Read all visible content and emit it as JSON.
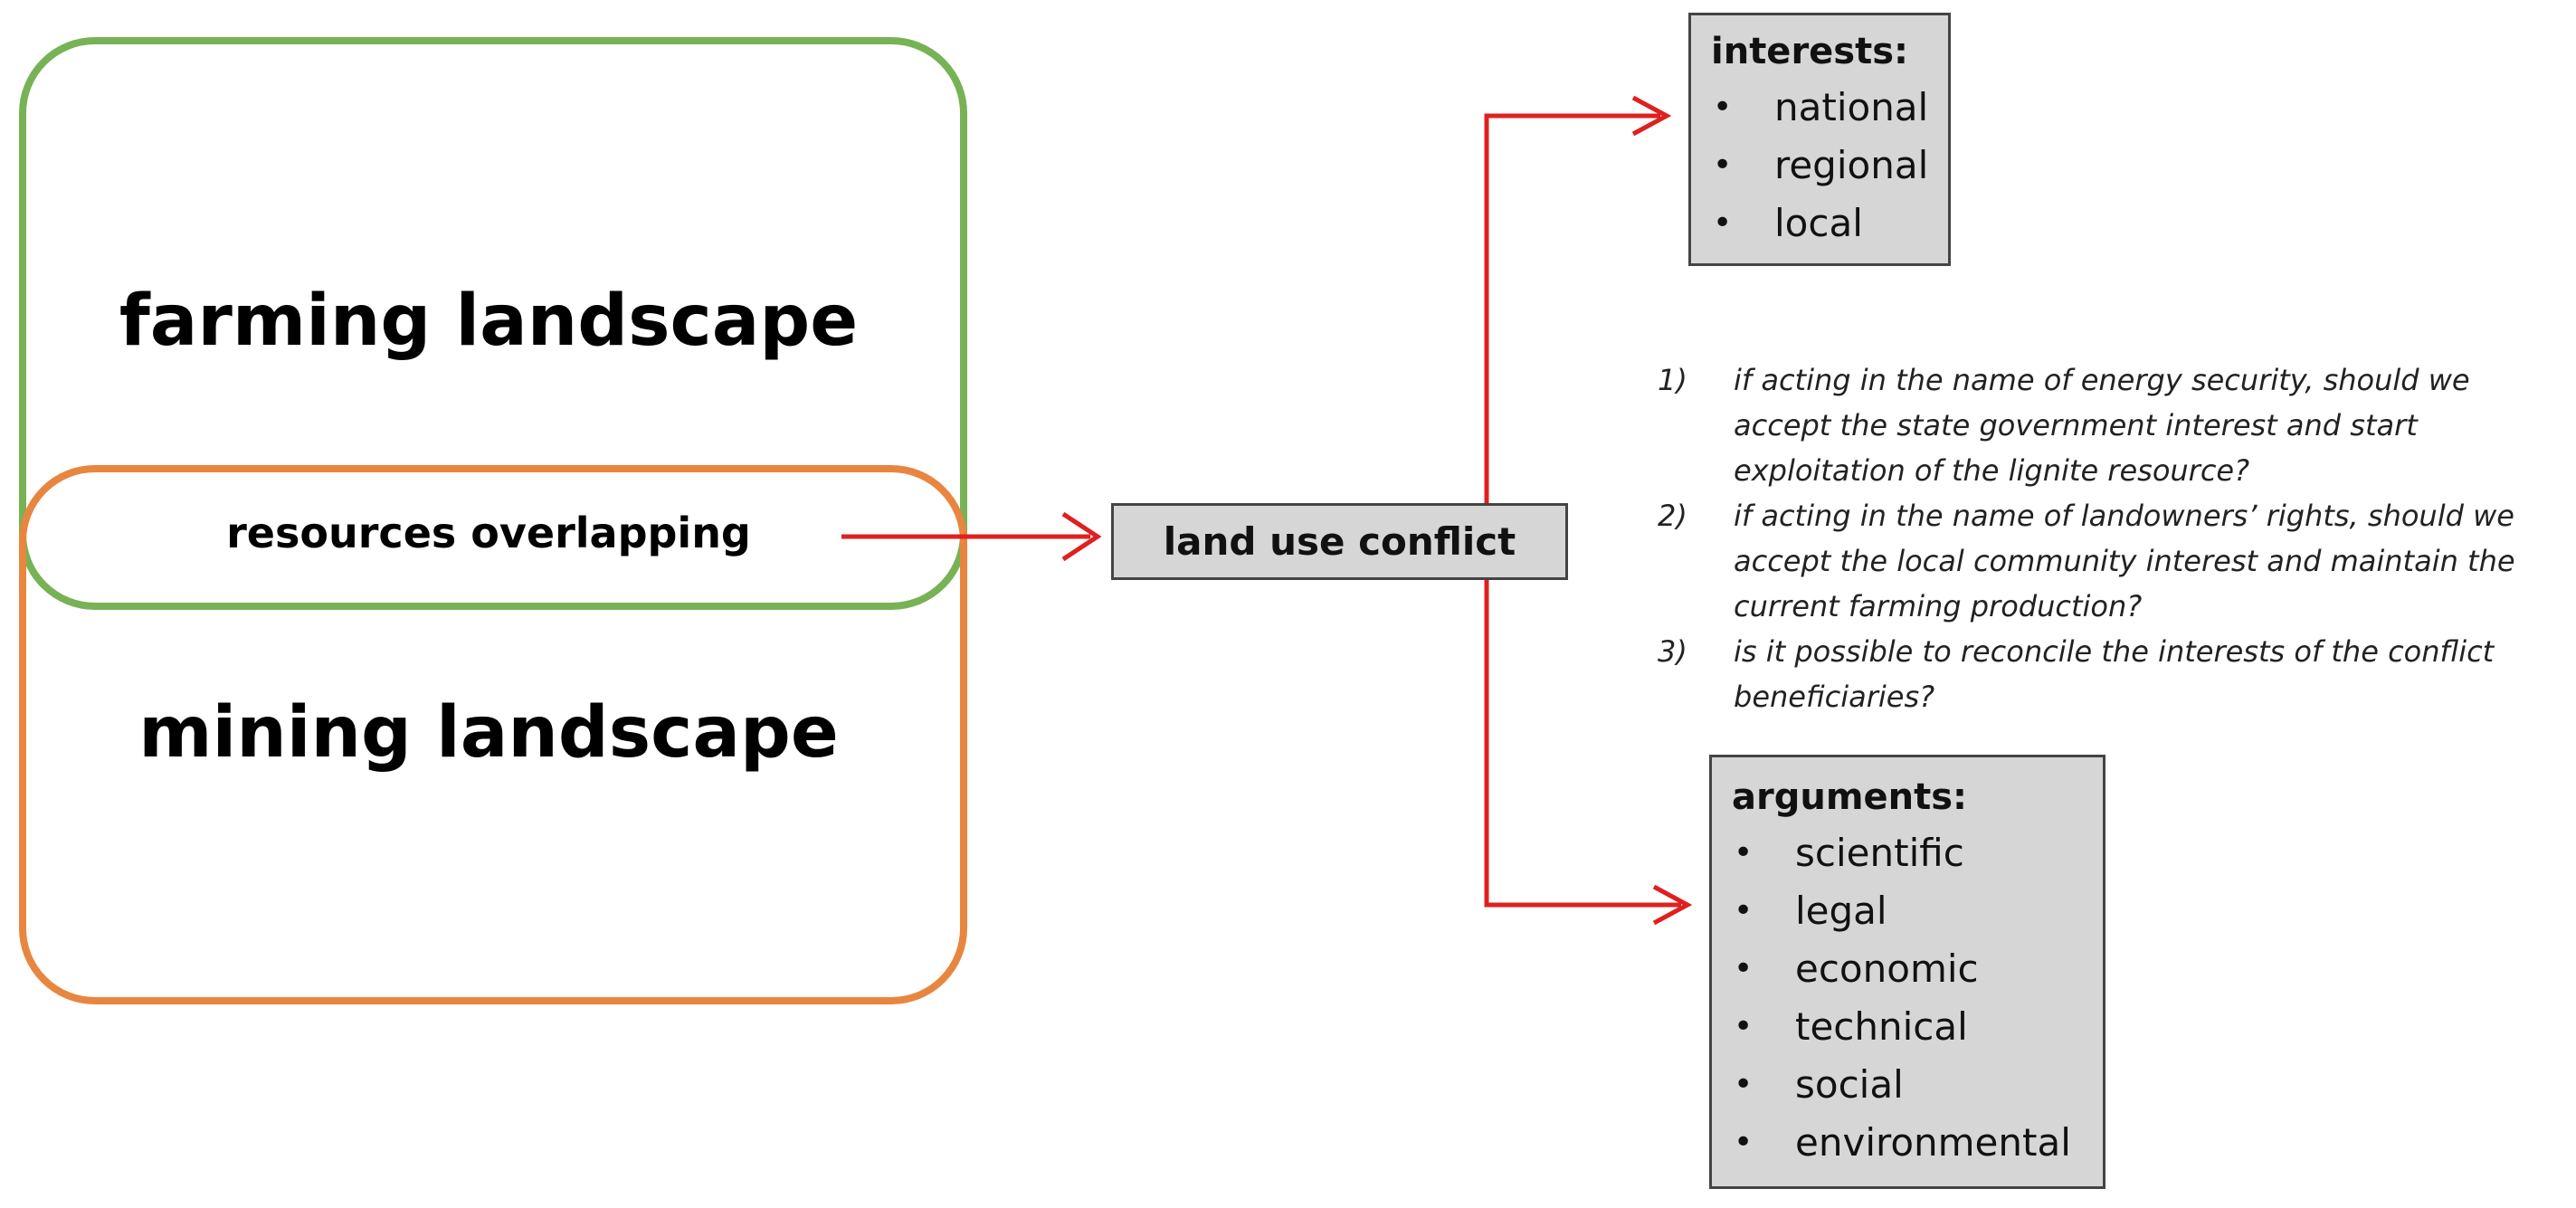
{
  "colors": {
    "farming": "#77b255",
    "mining": "#e8863f",
    "arrow": "#e02020",
    "box_fill": "#d6d6d6",
    "box_border": "#444444"
  },
  "landscapes": {
    "farming": "farming landscape",
    "mining": "mining landscape",
    "overlap": "resources overlapping"
  },
  "conflict": {
    "label": "land use conflict"
  },
  "interests": {
    "heading": "interests:",
    "items": [
      "national",
      "regional",
      "local"
    ]
  },
  "arguments": {
    "heading": "arguments:",
    "items": [
      "scientific",
      "legal",
      "economic",
      "technical",
      "social",
      "environmental"
    ]
  },
  "questions": [
    {
      "num": "1)",
      "text": "if acting in the name of energy security, should we accept the state government interest and start exploitation of the lignite resource?"
    },
    {
      "num": "2)",
      "text": "if acting in the name of landowners’ rights, should we accept the local community interest and maintain the current farming production?"
    },
    {
      "num": "3)",
      "text": "is it possible to reconcile the interests of the conflict beneficiaries?"
    }
  ]
}
